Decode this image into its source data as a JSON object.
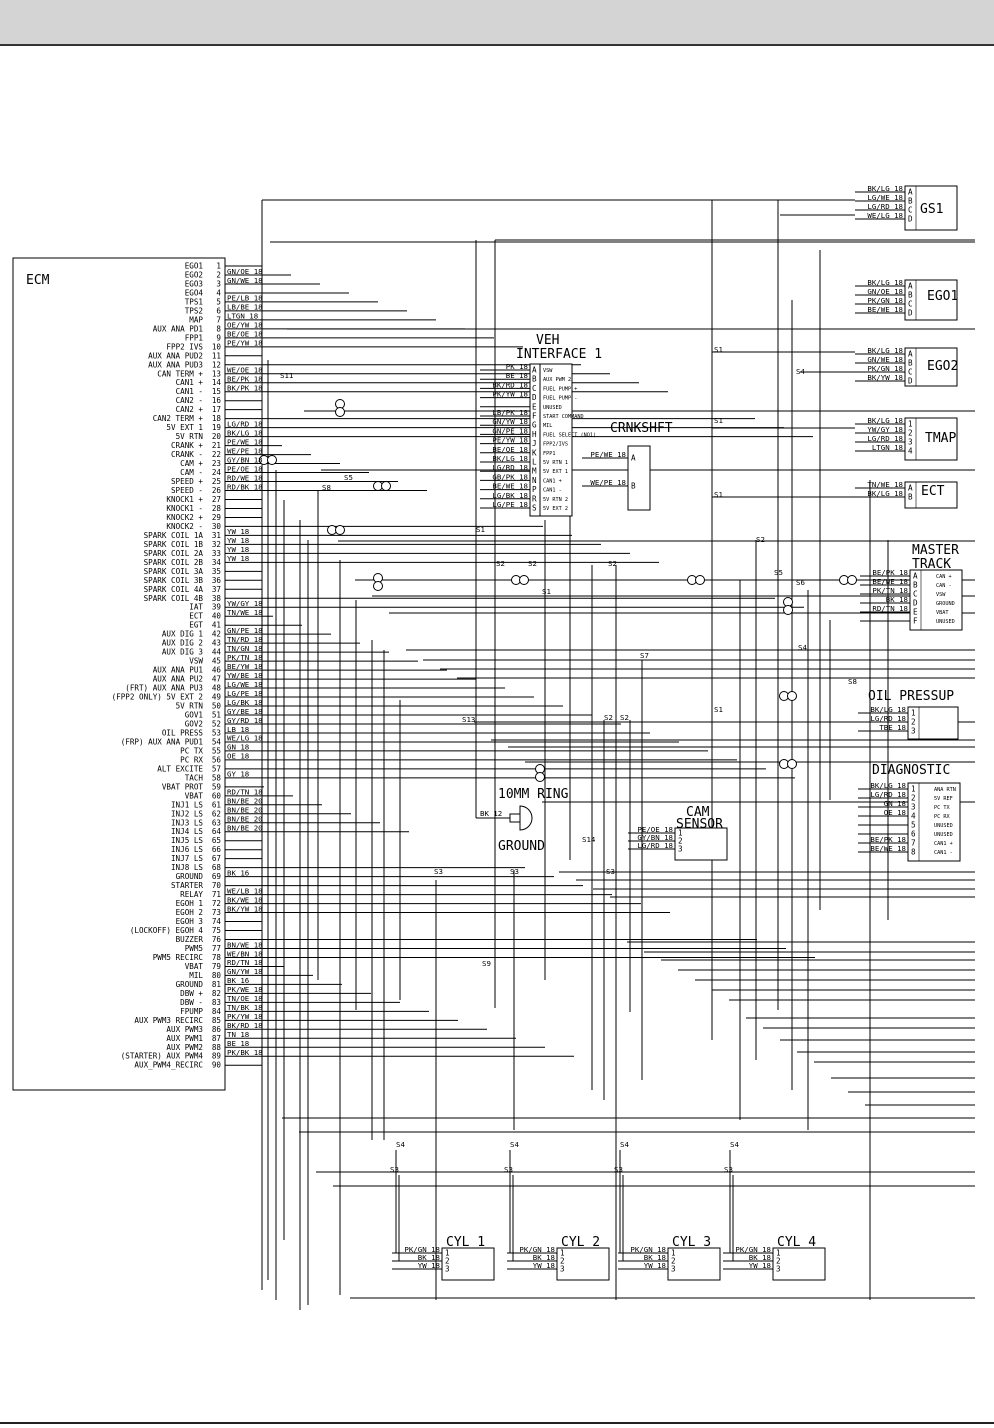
{
  "ecm": {
    "title": "ECM",
    "pins": [
      "EGO1",
      "EGO2",
      "EGO3",
      "EGO4",
      "TPS1",
      "TPS2",
      "MAP",
      "AUX ANA PD1",
      "FPP1",
      "FPP2 IVS",
      "AUX ANA PUD2",
      "AUX ANA PUD3",
      "CAN TERM +",
      "CAN1 +",
      "CAN1 -",
      "CAN2 -",
      "CAN2 +",
      "CAN2 TERM +",
      "5V EXT 1",
      "5V RTN",
      "CRANK +",
      "CRANK -",
      "CAM +",
      "CAM -",
      "SPEED +",
      "SPEED -",
      "KNOCK1 +",
      "KNOCK1 -",
      "KNOCK2 +",
      "KNOCK2 -",
      "SPARK COIL 1A",
      "SPARK COIL 1B",
      "SPARK COIL 2A",
      "SPARK COIL 2B",
      "SPARK COIL 3A",
      "SPARK COIL 3B",
      "SPARK COIL 4A",
      "SPARK COIL 4B",
      "IAT",
      "ECT",
      "EGT",
      "AUX DIG 1",
      "AUX DIG 2",
      "AUX DIG 3",
      "VSW",
      "AUX ANA PU1",
      "AUX ANA PU2",
      "(FRT) AUX ANA PU3",
      "(FPP2 ONLY) 5V EXT 2",
      "5V RTN",
      "GOV1",
      "GOV2",
      "OIL PRESS",
      "(FRP) AUX ANA PUD1",
      "PC TX",
      "PC RX",
      "ALT EXCITE",
      "TACH",
      "VBAT PROT",
      "VBAT",
      "INJ1 LS",
      "INJ2 LS",
      "INJ3 LS",
      "INJ4 LS",
      "INJ5 LS",
      "INJ6 LS",
      "INJ7 LS",
      "INJ8 LS",
      "GROUND",
      "STARTER",
      "RELAY",
      "EGOH 1",
      "EGOH 2",
      "EGOH 3",
      "(LOCKOFF) EGOH 4",
      "BUZZER",
      "PWM5",
      "PWM5 RECIRC",
      "VBAT",
      "MIL",
      "GROUND",
      "DBW +",
      "DBW -",
      "FPUMP",
      "AUX PWM3 RECIRC",
      "AUX PWM3",
      "AUX PWM1",
      "AUX PWM2",
      "(STARTER) AUX PWM4",
      "AUX_PWM4_RECIRC"
    ],
    "wires": {
      "1": "GN/OE 18",
      "2": "GN/WE 18",
      "4": "PE/LB 18",
      "5": "LB/BE 18",
      "6": "LTGN 18",
      "7": "OE/YW 18",
      "8": "BE/OE 18",
      "9": "PE/YW 18",
      "12": "WE/OE 18",
      "13": "BE/PK 18",
      "14": "BK/PK 18",
      "18": "LG/RD 18",
      "19": "BK/LG 18",
      "20": "PE/WE 18",
      "21": "WE/PE 18",
      "22": "GY/BN 18",
      "23": "PE/OE 18",
      "24": "RD/WE 18",
      "25": "RD/BK 18",
      "30": "YW 18",
      "31": "YW 18",
      "32": "YW 18",
      "33": "YW 18",
      "38": "YW/GY 18",
      "39": "TN/WE 18",
      "41": "GN/PE 18",
      "42": "TN/RD 18",
      "43": "TN/GN 18",
      "44": "PK/TN 18",
      "45": "BE/YW 18",
      "46": "YW/BE 18",
      "47": "LG/WE 18",
      "48": "LG/PE 18",
      "49": "LG/BK 18",
      "50": "GY/BE 18",
      "51": "GY/RD 18",
      "52": "LB 18",
      "53": "WE/LG 18",
      "54": "GN 18",
      "55": "OE 18",
      "57": "GY 18",
      "59": "RD/TN 18",
      "60": "BN/BE 20",
      "61": "BN/BE 20",
      "62": "BN/BE 20",
      "63": "BN/BE 20",
      "68": "BK 16",
      "70": "WE/LB 18",
      "71": "BK/WE 18",
      "72": "BK/YW 18",
      "76": "BN/WE 18",
      "77": "WE/BN 18",
      "78": "RD/TN 18",
      "79": "GN/YW 18",
      "80": "BK 16",
      "81": "PK/WE 18",
      "82": "TN/OE 18",
      "83": "TN/BK 18",
      "84": "PK/YW 18",
      "85": "BK/RD 18",
      "86": "TN 18",
      "87": "BE 18",
      "88": "PK/BK 18"
    }
  },
  "veh": {
    "title1": "VEH",
    "title2": "INTERFACE 1",
    "wires": [
      "PK 18",
      "BE 18",
      "BK/RD 18",
      "PK/YW 18",
      "",
      "LB/PK 18",
      "GN/YW 18",
      "GN/PE 18",
      "PE/YW 18",
      "BE/OE 18",
      "BK/LG 18",
      "LG/RD 18",
      "GB/PK 18",
      "BE/WE 18",
      "LG/BK 18",
      "LG/PE 18"
    ],
    "pins": [
      "A",
      "B",
      "C",
      "D",
      "E",
      "F",
      "G",
      "H",
      "J",
      "K",
      "L",
      "M",
      "N",
      "P",
      "R",
      "S"
    ],
    "funcs": [
      "VSW",
      "AUX PWM 2",
      "FUEL PUMP +",
      "FUEL PUMP -",
      "UNUSED",
      "START COMMAND",
      "MIL",
      "FUEL SELECT (NO1)",
      "FPP2/IVS",
      "FPP1",
      "5V RTN 1",
      "5V EXT 1",
      "CAN1 +",
      "CAN1 -",
      "5V RTN 2",
      "5V EXT 2"
    ]
  },
  "gs1": {
    "title": "GS1",
    "wires": [
      "BK/LG 18",
      "LG/WE 18",
      "LG/RD 18",
      "WE/LG 18"
    ],
    "pins": [
      "A",
      "B",
      "C",
      "D"
    ]
  },
  "ego1": {
    "title": "EGO1",
    "wires": [
      "BK/LG 18",
      "GN/OE 18",
      "PK/GN 18",
      "BE/WE 18"
    ],
    "pins": [
      "A",
      "B",
      "C",
      "D"
    ]
  },
  "ego2": {
    "title": "EGO2",
    "wires": [
      "BK/LG 18",
      "GN/WE 18",
      "PK/GN 18",
      "BK/YW 18"
    ],
    "pins": [
      "A",
      "B",
      "C",
      "D"
    ]
  },
  "tmap": {
    "title": "TMAP",
    "wires": [
      "BK/LG 18",
      "YW/GY 18",
      "LG/RD 18",
      "LTGN 18"
    ],
    "pins": [
      "1",
      "2",
      "3",
      "4"
    ]
  },
  "ect": {
    "title": "ECT",
    "wires": [
      "TN/WE 18",
      "BK/LG 18"
    ],
    "pins": [
      "A",
      "B"
    ]
  },
  "master": {
    "title1": "MASTER",
    "title2": "TRACK",
    "wires": [
      "BE/PK 18",
      "BE/WE 18",
      "PK/TN 18",
      "BK 18",
      "RD/TN 18",
      ""
    ],
    "pins": [
      "A",
      "B",
      "C",
      "D",
      "E",
      "F"
    ],
    "funcs": [
      "CAN +",
      "CAN -",
      "VSW",
      "GROUND",
      "VBAT",
      "UNUSED"
    ]
  },
  "oil": {
    "title": "OIL PRESSUP",
    "wires": [
      "BK/LG 18",
      "LG/RD 18",
      "TBE 18"
    ],
    "pins": [
      "1",
      "2",
      "3"
    ]
  },
  "diag": {
    "title": "DIAGNOSTIC",
    "wires": [
      "BK/LG 18",
      "LG/RD 18",
      "GN 18",
      "OE 18",
      "",
      "",
      "BE/PK 18",
      "BE/WE 18"
    ],
    "pins": [
      "1",
      "2",
      "3",
      "4",
      "5",
      "6",
      "7",
      "8"
    ],
    "funcs": [
      "ANA RTN",
      "5V REF",
      "PC TX",
      "PC RX",
      "UNUSED",
      "UNUSED",
      "CAN1 +",
      "CAN1 -"
    ]
  },
  "crank": {
    "title": "CRNKSHFT",
    "wires": [
      "PE/WE 18",
      "WE/PE 18"
    ],
    "pins": [
      "A",
      "B"
    ]
  },
  "cam": {
    "title1": "CAM",
    "title2": "SENSOR",
    "wires": [
      "PE/OE 18",
      "GY/BN 18",
      "LG/RD 18"
    ],
    "pins": [
      "1",
      "2",
      "3"
    ]
  },
  "ground": {
    "title1": "10MM RING",
    "title2": "GROUND",
    "wire": "BK 12"
  },
  "cyl": [
    {
      "title": "CYL 1",
      "wires": [
        "PK/GN 18",
        "BK 18",
        "YW 18"
      ],
      "pins": [
        "1",
        "2",
        "3"
      ]
    },
    {
      "title": "CYL 2",
      "wires": [
        "PK/GN 18",
        "BK 18",
        "YW 18"
      ],
      "pins": [
        "1",
        "2",
        "3"
      ]
    },
    {
      "title": "CYL 3",
      "wires": [
        "PK/GN 18",
        "BK 18",
        "YW 18"
      ],
      "pins": [
        "1",
        "2",
        "3"
      ]
    },
    {
      "title": "CYL 4",
      "wires": [
        "PK/GN 18",
        "BK 18",
        "YW 18"
      ],
      "pins": [
        "1",
        "2",
        "3"
      ]
    }
  ],
  "splices": {
    "s1": "S1",
    "s2": "S2",
    "s3": "S3",
    "s4": "S4",
    "s5": "S5",
    "s6": "S6",
    "s7": "S7",
    "s8": "S8",
    "s9": "S9",
    "s11": "S11",
    "s13": "S13",
    "s14": "S14"
  }
}
